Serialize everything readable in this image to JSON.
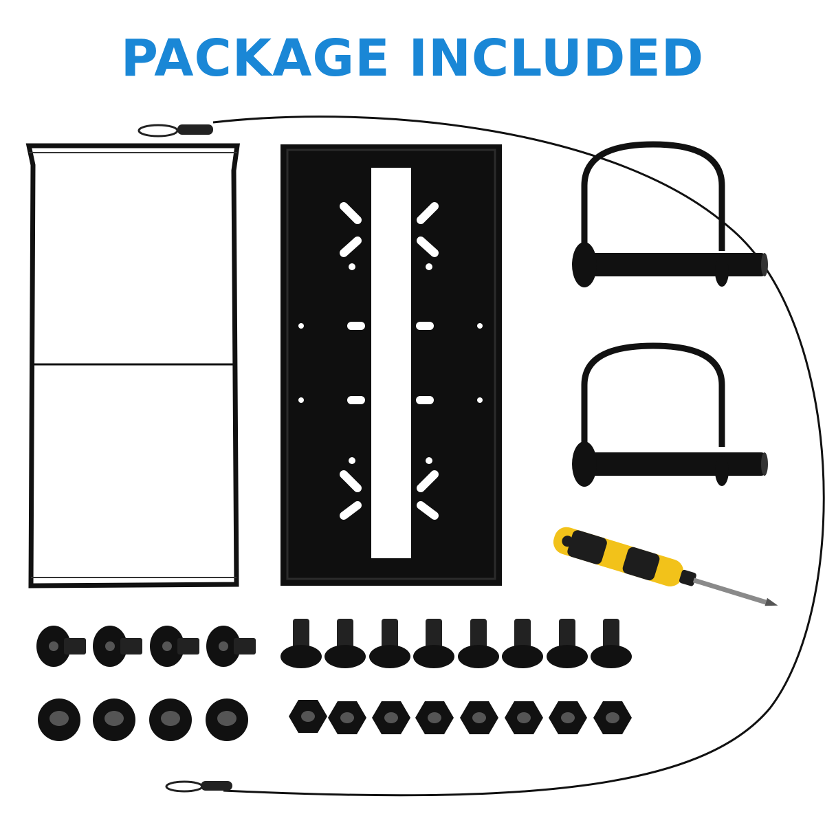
{
  "header": {
    "title": "PACKAGE INCLUDED"
  },
  "colors": {
    "title": "#1a87d6",
    "hardware": "#111111",
    "hole": "#ffffff",
    "screwdriver_handle": "#f2c21a",
    "screwdriver_grip": "#1d1d1d",
    "screwdriver_shaft": "#8a8a8a"
  },
  "parts": [
    {
      "name": "hold-down frame",
      "icon": "frame-icon",
      "count": 1
    },
    {
      "name": "battery tray plate",
      "icon": "tray-plate-icon",
      "count": 1
    },
    {
      "name": "safety lock pin",
      "icon": "lock-pin-icon",
      "count": 2
    },
    {
      "name": "screwdriver",
      "icon": "screwdriver-icon",
      "count": 1
    },
    {
      "name": "security cable",
      "icon": "cable-icon",
      "count": 1
    },
    {
      "name": "small screw",
      "icon": "screw-icon",
      "count": 4
    },
    {
      "name": "large bolt",
      "icon": "bolt-icon",
      "count": 8
    },
    {
      "name": "flange nut",
      "icon": "flange-nut-icon",
      "count": 4
    },
    {
      "name": "hex nut",
      "icon": "hex-nut-icon",
      "count": 8
    }
  ]
}
